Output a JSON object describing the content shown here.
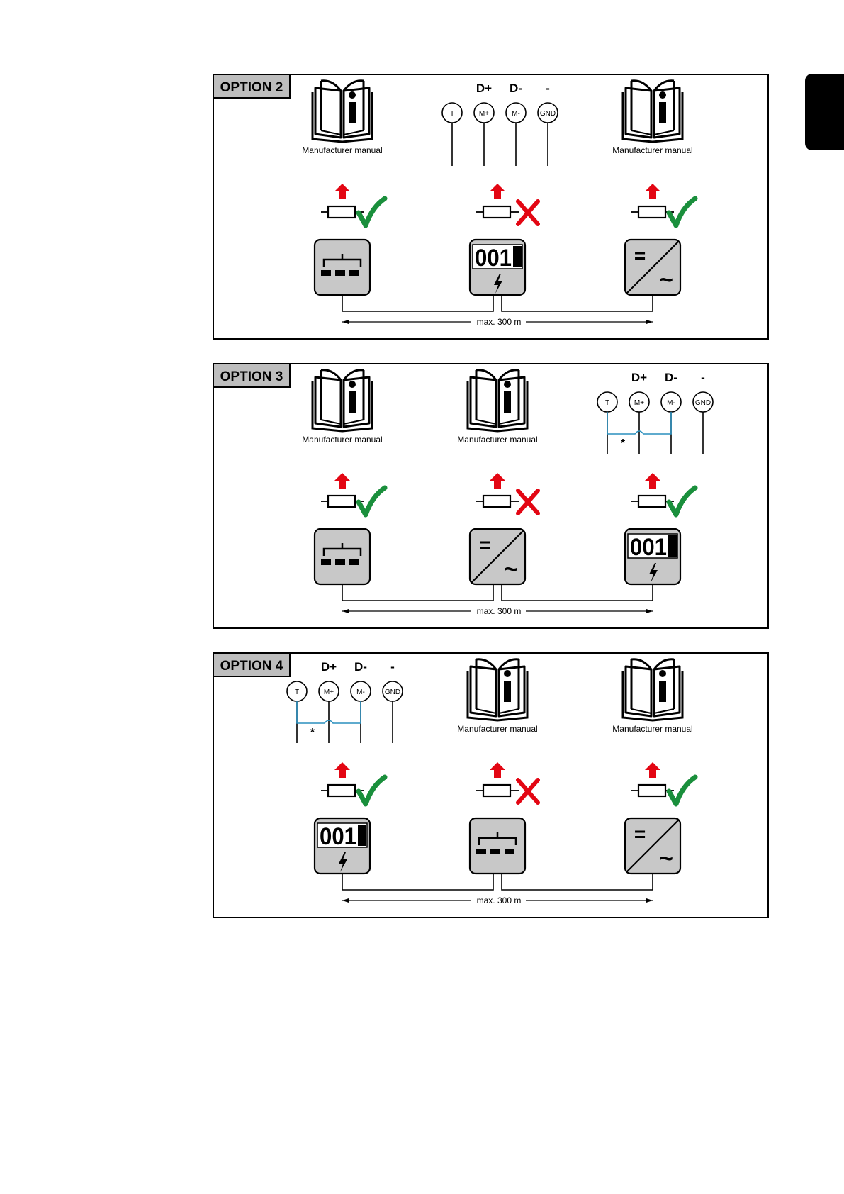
{
  "panels": [
    {
      "title": "OPTION 2",
      "slots": [
        {
          "top": "manual",
          "resistor": "check",
          "device": "datamanager"
        },
        {
          "top": "terminals",
          "terminals": "plain",
          "resistor": "cross",
          "device": "meter"
        },
        {
          "top": "manual",
          "resistor": "check",
          "device": "inverter"
        }
      ],
      "distance": "max. 300 m"
    },
    {
      "title": "OPTION 3",
      "slots": [
        {
          "top": "manual",
          "resistor": "check",
          "device": "datamanager"
        },
        {
          "top": "manual",
          "resistor": "cross",
          "device": "inverter"
        },
        {
          "top": "terminals",
          "terminals": "bridged",
          "resistor": "check",
          "device": "meter"
        }
      ],
      "distance": "max. 300 m"
    },
    {
      "title": "OPTION 4",
      "slots": [
        {
          "top": "terminals",
          "terminals": "bridged",
          "resistor": "check",
          "device": "meter"
        },
        {
          "top": "manual",
          "resistor": "cross",
          "device": "datamanager"
        },
        {
          "top": "manual",
          "resistor": "check",
          "device": "inverter"
        }
      ],
      "distance": "max. 300 m"
    }
  ],
  "manual_label": "Manufacturer manual",
  "terminal_labels": {
    "t": "T",
    "mplus": "M+",
    "mminus": "M-",
    "gnd": "GND"
  },
  "bus_labels": {
    "dplus": "D+",
    "dminus": "D-",
    "ground": "-"
  },
  "bridge_note": "*",
  "meter_display": "001",
  "inverter_symbols": {
    "dc": "=",
    "ac": "~"
  },
  "colors": {
    "arrow": "#e30613",
    "check": "#1a8f3c",
    "cross": "#e30613",
    "bridge": "#2a8fbd",
    "device_fill": "#c8c8c8",
    "title_fill": "#bdbdbd"
  }
}
